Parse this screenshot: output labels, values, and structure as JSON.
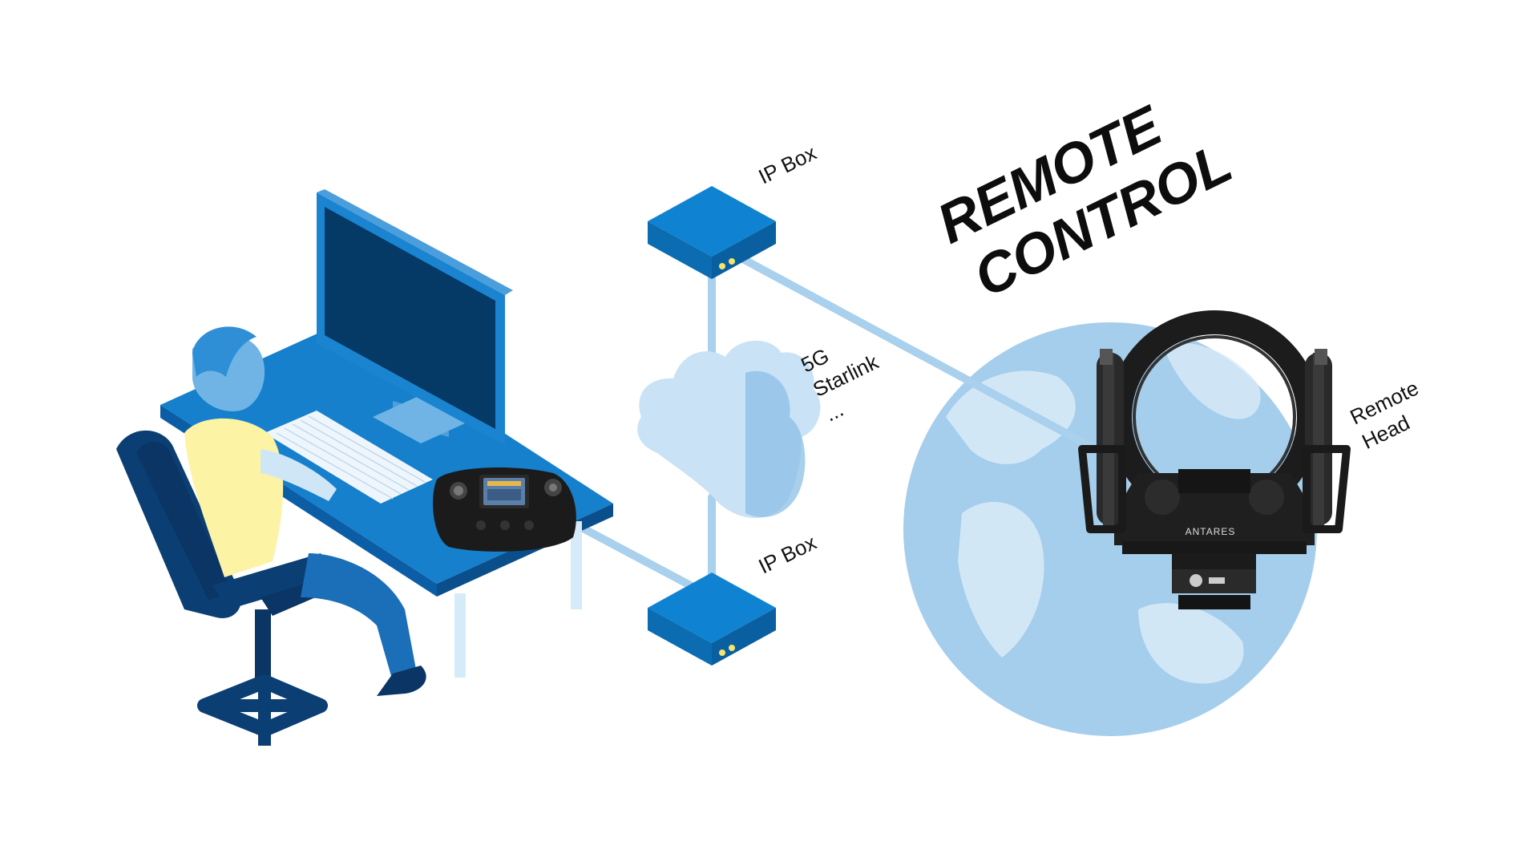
{
  "title": {
    "line1": "REMOTE",
    "line2": "CONTROL"
  },
  "labels": {
    "ip_box_top": "IP Box",
    "ip_box_bottom": "IP Box",
    "network_line1": "5G",
    "network_line2": "Starlink",
    "network_line3": "...",
    "remote_head_line1": "Remote",
    "remote_head_line2": "Head",
    "brand": "ANTARES"
  },
  "colors": {
    "primary_blue": "#0b72c0",
    "dark_blue": "#0a3a66",
    "light_blue": "#a9d0ec",
    "globe_blue": "#b7d8f0",
    "shirt_yellow": "#fdf3a5"
  }
}
